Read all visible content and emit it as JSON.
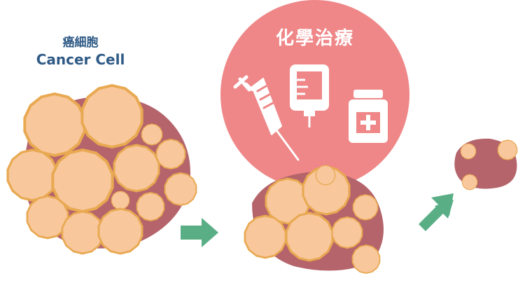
{
  "labels": {
    "cancer_cell_zh": "癌細胞",
    "cancer_cell_en": "Cancer Cell",
    "treatment_zh": "化學治療"
  },
  "colors": {
    "cell_fill": "#f8c79c",
    "cell_stroke": "#e8a951",
    "blob": "#b5646b",
    "circle": "#ef8788",
    "arrow": "#5aae86",
    "label_blue": "#2f5a86",
    "icon_white": "#ffffff"
  },
  "icons": [
    "syringe-icon",
    "iv-bag-icon",
    "medicine-bottle-icon",
    "right-arrow-icon"
  ]
}
